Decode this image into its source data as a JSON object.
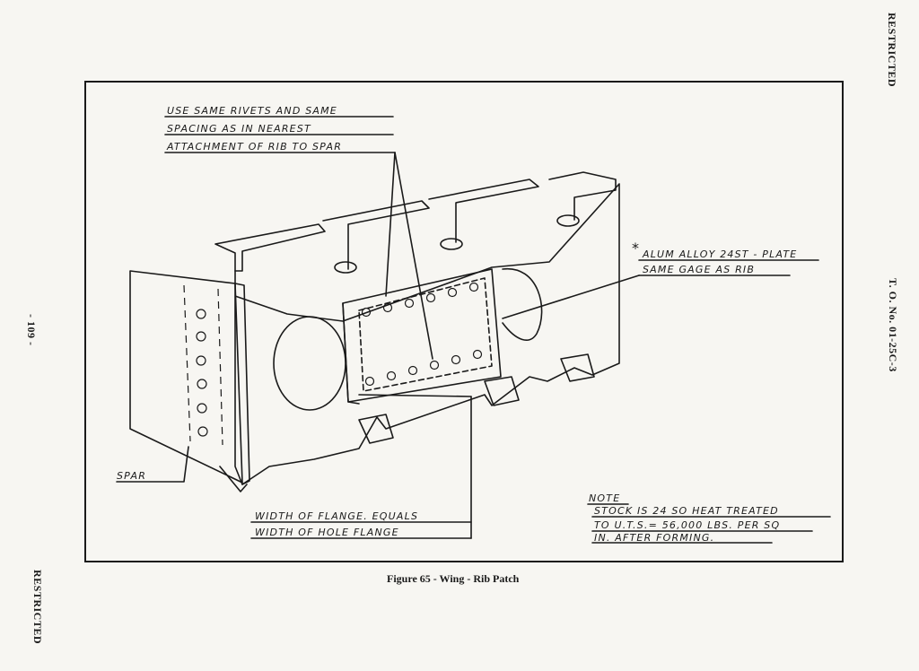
{
  "page": {
    "restricted_top": "RESTRICTED",
    "to_number": "T. O. No. 01-25C-3",
    "page_number": "- 109 -",
    "restricted_bottom": "RESTRICTED"
  },
  "figure": {
    "caption": "Figure 65 - Wing - Rib Patch",
    "callouts": {
      "rivets_line1": "USE  SAME  RIVETS  AND  SAME",
      "rivets_line2": "SPACING  AS  IN  NEAREST",
      "rivets_line3": "ATTACHMENT  OF  RIB  TO  SPAR",
      "asterisk": "*",
      "plate_line1": "ALUM  ALLOY  24ST - PLATE",
      "plate_line2": "SAME  GAGE  AS  RIB",
      "spar": "SPAR",
      "flange_line1": "WIDTH  OF  FLANGE.  EQUALS",
      "flange_line2": "WIDTH  OF  HOLE  FLANGE",
      "note_title": "NOTE",
      "note_line1": "STOCK  IS  24  SO  HEAT  TREATED",
      "note_line2": "TO  U.T.S.= 56,000 LBS. PER  SQ",
      "note_line3": "IN.  AFTER  FORMING."
    }
  }
}
